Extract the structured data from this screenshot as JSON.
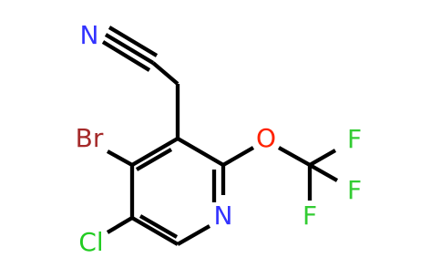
{
  "molecule": {
    "atoms": {
      "nitrile_n": "N",
      "bromine": "Br",
      "oxygen": "O",
      "ring_n": "N",
      "chlorine": "Cl",
      "fluorine_top": "F",
      "fluorine_right": "F",
      "fluorine_bottom": "F"
    },
    "colors": {
      "carbon_bonds": "#000000",
      "nitrogen": "#3333ff",
      "oxygen": "#ff2200",
      "bromine": "#a52a2a",
      "chlorine": "#22cc22",
      "fluorine": "#33cc33"
    }
  }
}
